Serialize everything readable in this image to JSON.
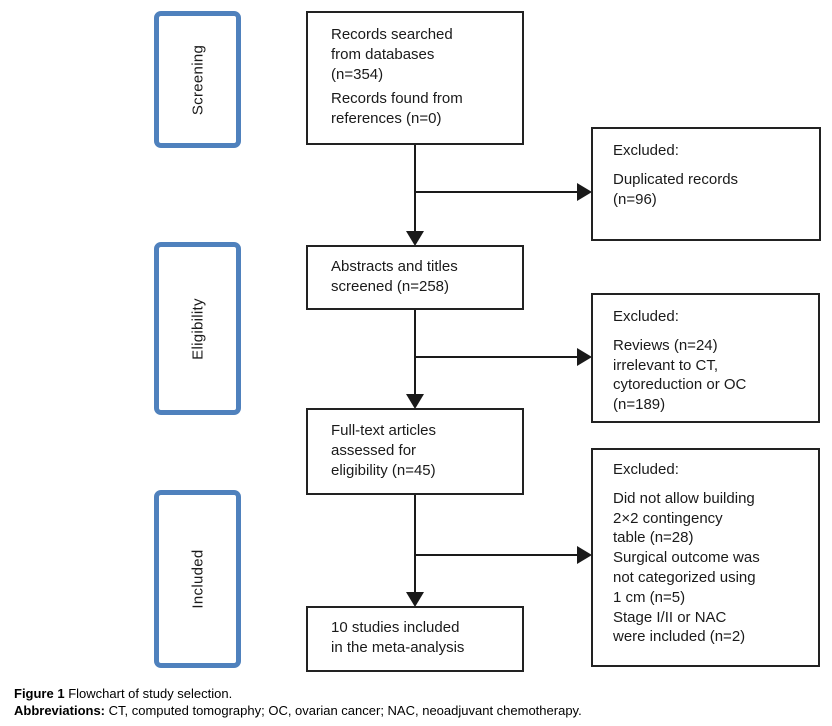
{
  "colors": {
    "stage_border": "#4f81bd",
    "box_border": "#222222",
    "arrow": "#1a1a1a",
    "background": "#ffffff"
  },
  "stages": [
    {
      "label": "Screening"
    },
    {
      "label": "Eligibility"
    },
    {
      "label": "Included"
    }
  ],
  "flow": {
    "records": {
      "p1": "Records searched\nfrom databases\n(n=354)",
      "p2": "Records found from\nreferences (n=0)"
    },
    "abstracts": {
      "p1": "Abstracts and titles\nscreened (n=258)"
    },
    "fulltext": {
      "p1": "Full-text articles\nassessed for\neligibility (n=45)"
    },
    "included": {
      "p1": "10 studies included\nin the meta-analysis"
    }
  },
  "excluded": {
    "duplicates": {
      "title": "Excluded:",
      "body": "Duplicated records\n(n=96)"
    },
    "reviews": {
      "title": "Excluded:",
      "body": "Reviews (n=24)\nirrelevant to CT,\ncytoreduction or OC\n(n=189)"
    },
    "fulltext_reasons": {
      "title": "Excluded:",
      "body": "Did not allow building\n2×2 contingency\ntable (n=28)\nSurgical outcome was\nnot categorized using\n1 cm (n=5)\nStage I/II or NAC\nwere included (n=2)"
    }
  },
  "caption": {
    "figure_label": "Figure 1",
    "figure_text": "Flowchart of study selection.",
    "abbreviations_label": "Abbreviations:",
    "abbreviations_text": "CT, computed tomography; OC, ovarian cancer; NAC, neoadjuvant chemotherapy."
  }
}
